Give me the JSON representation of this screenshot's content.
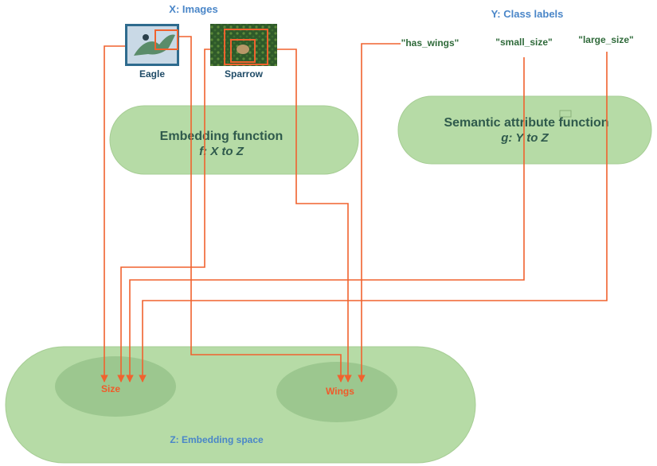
{
  "headers": {
    "images": "X: Images",
    "class_labels": "Y: Class labels"
  },
  "images": [
    {
      "caption": "Eagle",
      "icon": "eagle-photo"
    },
    {
      "caption": "Sparrow",
      "icon": "sparrow-photo"
    }
  ],
  "class_labels": [
    "\"has_wings\"",
    "\"small_size\"",
    "\"large_size\""
  ],
  "embedding_function": {
    "title": "Embedding function",
    "formula": "f: X to Z"
  },
  "semantic_function": {
    "title": "Semantic attribute function",
    "formula": "g: Y to Z"
  },
  "embedding_space": {
    "label": "Z: Embedding space",
    "regions": [
      "Size",
      "Wings"
    ]
  },
  "colors": {
    "node_fill": "#b6dba6",
    "region_fill": "#9cc78f",
    "arrow": "#f0622e",
    "header_text": "#4a86c8",
    "label_text": "#2f6a3a"
  }
}
